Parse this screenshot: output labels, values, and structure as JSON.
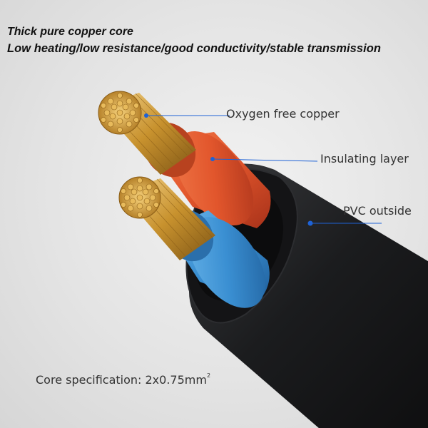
{
  "headline": {
    "line1": "Thick pure copper core",
    "line2": "Low heating/low resistance/good conductivity/stable transmission"
  },
  "callouts": {
    "copper": "Oxygen free copper",
    "insulation": "Insulating layer",
    "sheath": "PVC outside"
  },
  "spec": {
    "label": "Core specification: 2x0.75mm",
    "superscript": "2"
  },
  "colors": {
    "leader_line": "#1e62d6",
    "copper": "#c8922e",
    "red_insulation": "#e2562c",
    "blue_insulation": "#3a8fd2",
    "pvc_jacket": "#1b1c1e"
  }
}
